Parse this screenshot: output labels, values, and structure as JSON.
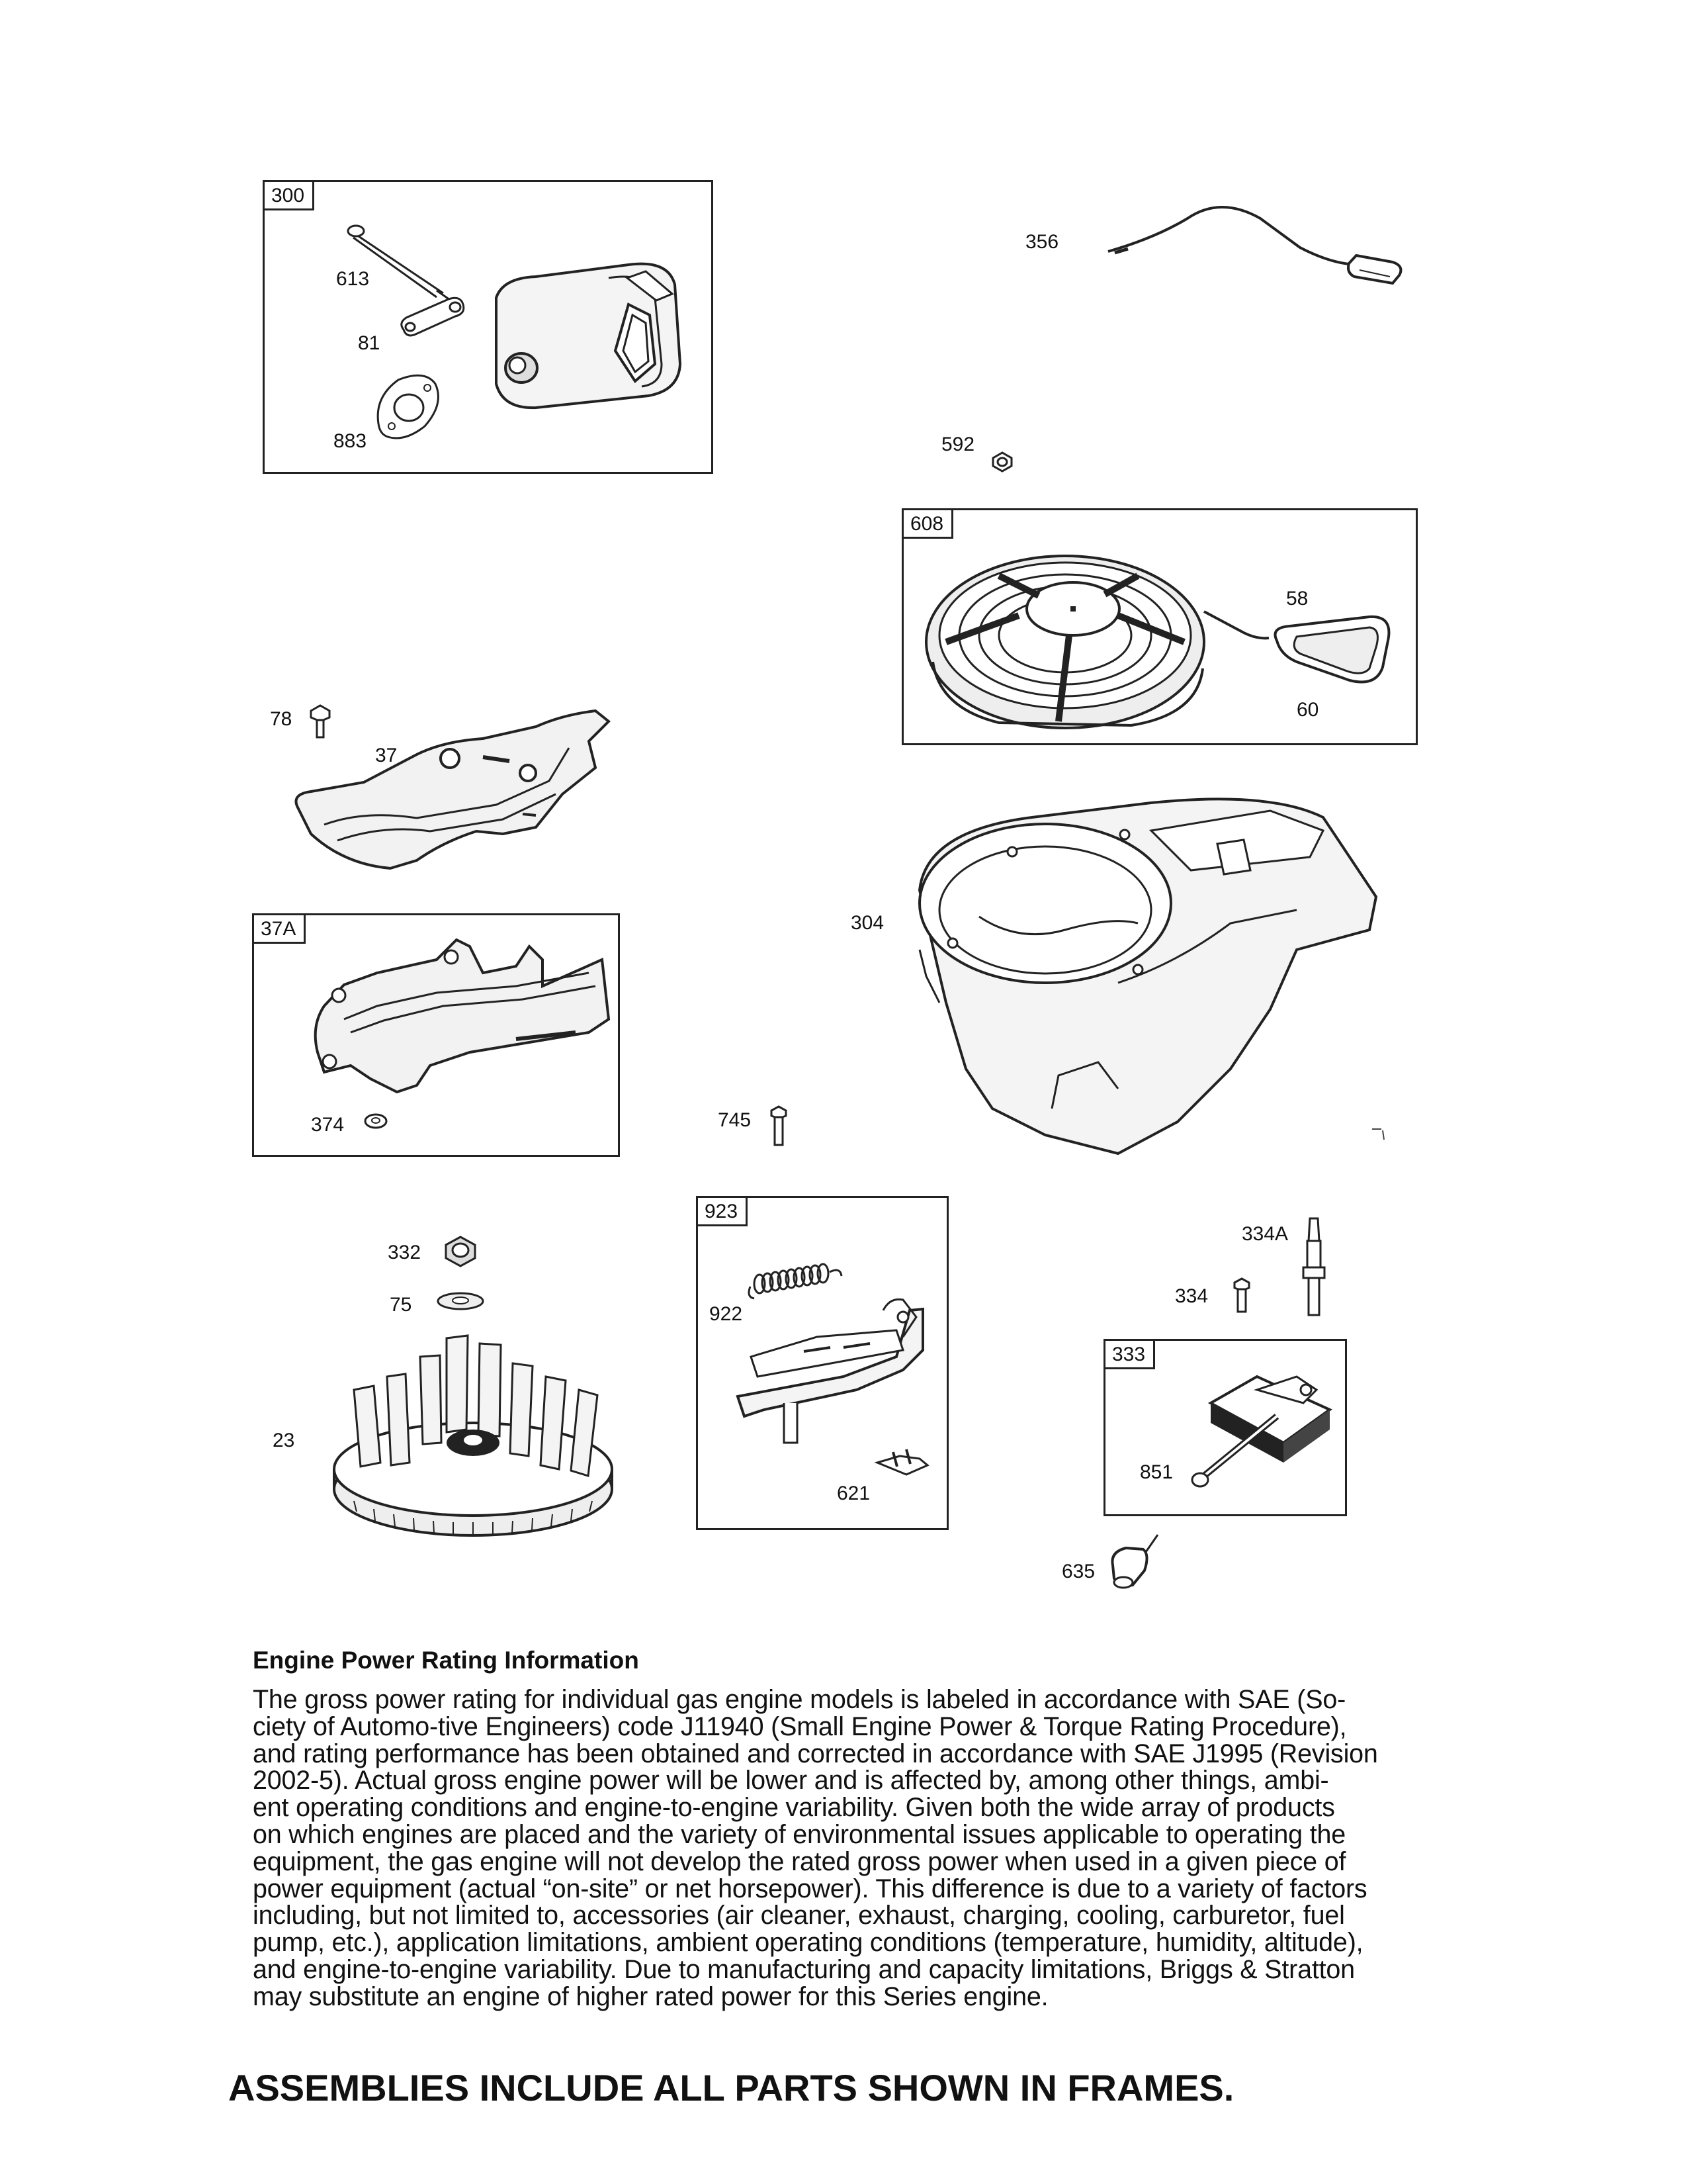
{
  "frames": {
    "f300": "300",
    "f608": "608",
    "f37a": "37A",
    "f923": "923",
    "f333": "333"
  },
  "labels": {
    "l613": "613",
    "l81": "81",
    "l883": "883",
    "l356": "356",
    "l592": "592",
    "l58": "58",
    "l60": "60",
    "l78": "78",
    "l37": "37",
    "l304": "304",
    "l374": "374",
    "l745": "745",
    "l332": "332",
    "l75": "75",
    "l23": "23",
    "l922": "922",
    "l621": "621",
    "l334a": "334A",
    "l334": "334",
    "l851": "851",
    "l635": "635"
  },
  "rating": {
    "heading": "Engine Power Rating Information",
    "lines": [
      "The gross power rating for individual gas engine models is labeled in accordance with SAE (So-",
      "ciety of Automo-tive Engineers) code J11940 (Small Engine Power & Torque Rating Procedure),",
      "and rating performance has been obtained and corrected in accordance with SAE J1995 (Revision",
      "2002-5).  Actual gross engine power will be lower and is affected by, among other things, ambi-",
      "ent operating conditions and engine-to-engine variability.  Given both the wide array of products",
      "on which engines are placed and the variety of environmental issues applicable to operating the",
      "equipment, the gas engine will not develop the rated gross power when used in a given piece of",
      "power equipment (actual “on-site” or net horsepower).  This difference is due to a variety of factors",
      "including, but not limited to, accessories (air cleaner, exhaust, charging, cooling, carburetor, fuel",
      "pump, etc.), application limitations, ambient operating conditions (temperature, humidity, altitude),",
      "and engine-to-engine variability.  Due to manufacturing and capacity limitations, Briggs & Stratton",
      "may substitute an engine of higher rated power for this Series engine."
    ]
  },
  "footer": "ASSEMBLIES INCLUDE ALL PARTS SHOWN IN FRAMES."
}
